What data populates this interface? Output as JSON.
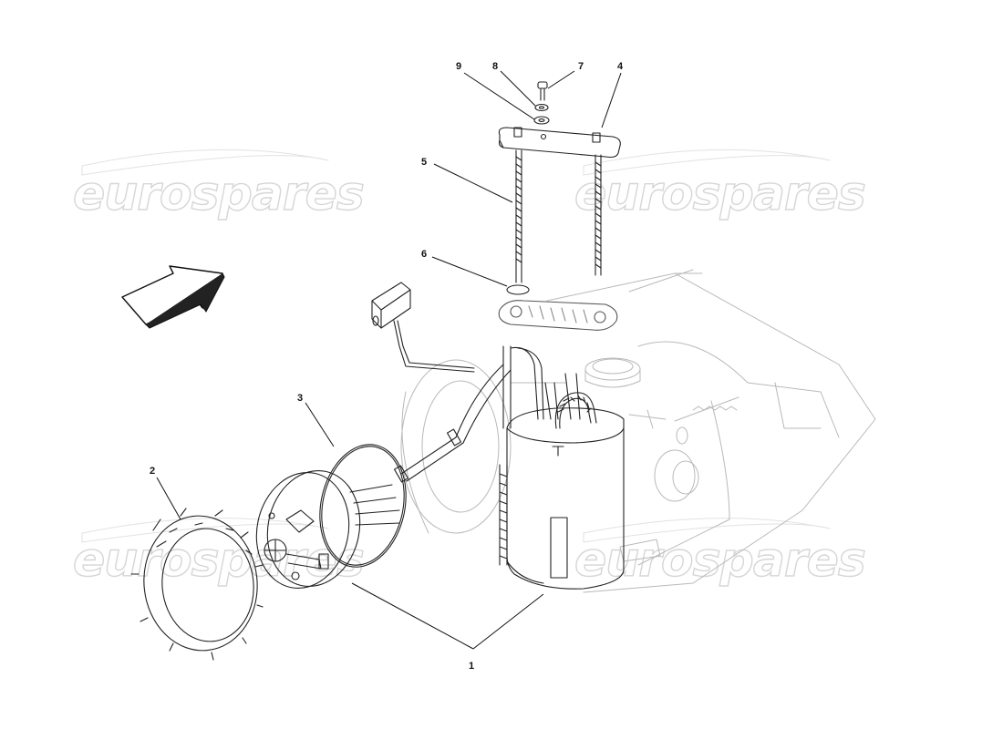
{
  "watermark": {
    "text": "eurospares"
  },
  "callouts": [
    {
      "id": "1",
      "label": "1"
    },
    {
      "id": "2",
      "label": "2"
    },
    {
      "id": "3",
      "label": "3"
    },
    {
      "id": "4",
      "label": "4"
    },
    {
      "id": "5",
      "label": "5"
    },
    {
      "id": "6",
      "label": "6"
    },
    {
      "id": "7",
      "label": "7"
    },
    {
      "id": "8",
      "label": "8"
    },
    {
      "id": "9",
      "label": "9"
    }
  ]
}
